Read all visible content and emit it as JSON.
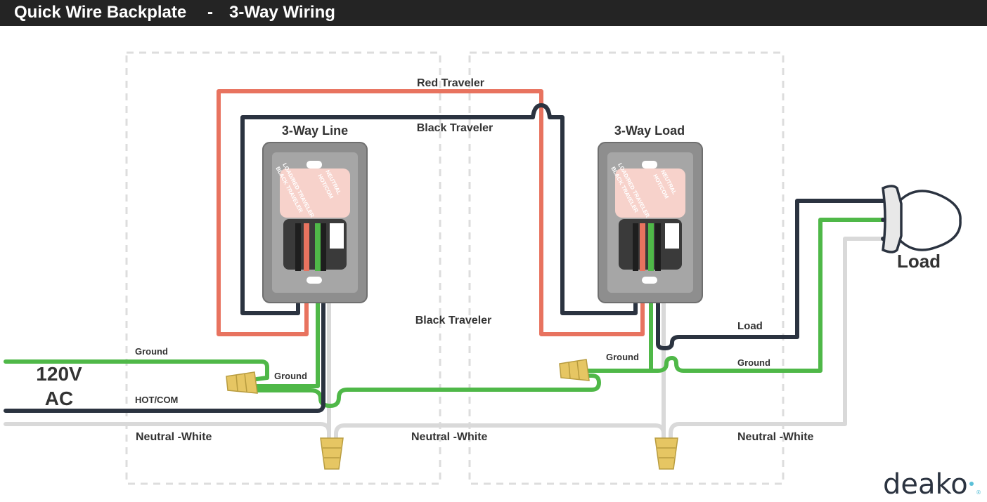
{
  "header": {
    "title": "Quick Wire Backplate",
    "separator": "-",
    "subtitle": "3-Way Wiring"
  },
  "colors": {
    "header_bg": "#242424",
    "red_wire": "#e8735f",
    "black_wire": "#2b3340",
    "green_wire": "#4fb848",
    "white_wire": "#d9d9d9",
    "wire_nut": "#e6c663",
    "box_outline": "#dddddd",
    "switch_gray": "#8e8e8e",
    "brand_accent": "#5bc0d8"
  },
  "switches": {
    "line": {
      "title": "3-Way Line",
      "terminals": [
        "LOAD/RED TRAVELER",
        "BLACK TRAVELER",
        "HOT/COM",
        "NEUTRAL"
      ]
    },
    "load": {
      "title": "3-Way Load",
      "terminals": [
        "LOAD/RED TRAVELER",
        "BLACK TRAVELER",
        "HOT/COM",
        "NEUTRAL"
      ]
    }
  },
  "wires": {
    "red_traveler": "Red Traveler",
    "black_traveler_top": "Black Traveler",
    "black_traveler_mid": "Black Traveler",
    "ground_line": "Ground",
    "ground_line_2": "Ground",
    "ground_load": "Ground",
    "ground_fixture": "Ground",
    "hot_com": "HOT/COM",
    "load": "Load",
    "neutral_1": "Neutral -White",
    "neutral_2": "Neutral -White",
    "neutral_3": "Neutral -White"
  },
  "power_source": {
    "line1": "120V",
    "line2": "AC"
  },
  "fixture": {
    "label": "Load",
    "icon": "light-bulb-icon"
  },
  "brand": {
    "name": "deako",
    "mark": "®"
  }
}
